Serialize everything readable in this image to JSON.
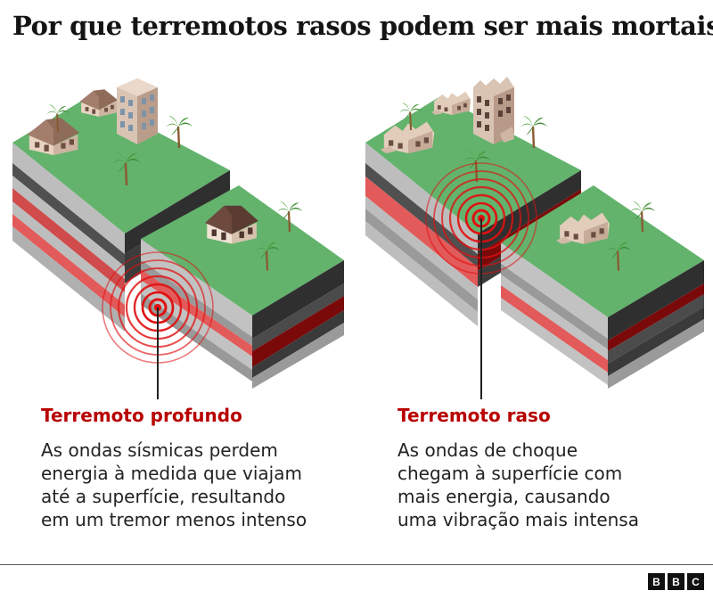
{
  "title": "Por que terremotos rasos podem ser mais mortais",
  "panels": [
    {
      "heading": "Terremoto profundo",
      "lines": [
        "As ondas sísmicas perdem",
        "energia à medida que viajam",
        "até a superfície, resultando",
        "em um tremor menos intenso"
      ]
    },
    {
      "heading": "Terremoto raso",
      "lines": [
        "As ondas de choque",
        "chegam à superfície com",
        "mais energia, causando",
        "uma vibração mais intensa"
      ]
    }
  ],
  "logo": [
    "B",
    "B",
    "C"
  ],
  "colors": {
    "heading_red": "#b80000",
    "grass": "#63b36d",
    "wave_red": "#e01010",
    "rock_red": "#e25a5a",
    "rock_dark": "#3a3a3a",
    "rock_grey": "#bcbcbc"
  }
}
